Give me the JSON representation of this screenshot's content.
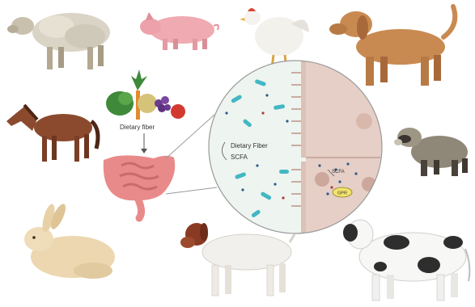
{
  "center": {
    "food_label": "Dietary fiber",
    "zoom_fiber_label": "Dietary Fiber",
    "zoom_scfa_label": "SCFA",
    "receptor_scfa_label": "SCFA",
    "receptor_label": "GPR"
  },
  "animals": [
    {
      "name": "sheep"
    },
    {
      "name": "pig"
    },
    {
      "name": "chicken"
    },
    {
      "name": "dog"
    },
    {
      "name": "horse"
    },
    {
      "name": "raccoon-dog"
    },
    {
      "name": "rabbit"
    },
    {
      "name": "goat"
    },
    {
      "name": "cow"
    }
  ],
  "colors": {
    "intestine": "#e98a8a",
    "lumen_bg": "#eef4ef",
    "epithelium": "#e6cfc6",
    "bacteria": "#43b7c4",
    "receptor": "#f2e36b"
  }
}
